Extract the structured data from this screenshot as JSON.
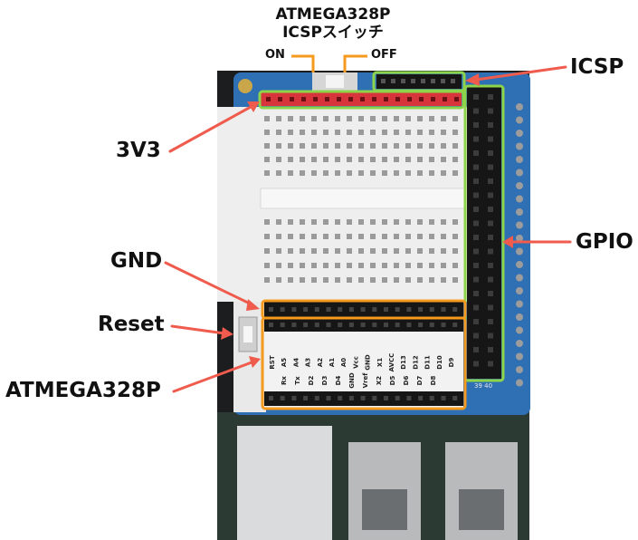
{
  "title": {
    "line1": "ATMEGA328P",
    "line2": "ICSPスイッチ"
  },
  "switch_labels": {
    "on": "ON",
    "off": "OFF"
  },
  "callouts": {
    "icsp": "ICSP",
    "v33": "3V3",
    "gpio": "GPIO",
    "gnd": "GND",
    "reset": "Reset",
    "atmega": "ATMEGA328P"
  },
  "board_print": {
    "pins_row1": [
      "RST",
      "A5",
      "A4",
      "A3",
      "A2",
      "A1",
      "A0",
      "Vcc",
      "GND",
      "X1",
      "AVCC",
      "D13",
      "D12",
      "D11",
      "D10",
      "D9"
    ],
    "pins_row2": [
      "Rx",
      "Tx",
      "D2",
      "D3",
      "D4",
      "GND",
      "Vref",
      "X2",
      "D5",
      "D6",
      "D7",
      "D8"
    ],
    "gpio_corner": "39 40"
  },
  "colors": {
    "arrow_red": "#ef5b4c",
    "highlight_orange": "#f59a1c",
    "highlight_green": "#8ed44a",
    "board_blue": "#2f6fb3",
    "breadboard": "#eeeeee"
  }
}
